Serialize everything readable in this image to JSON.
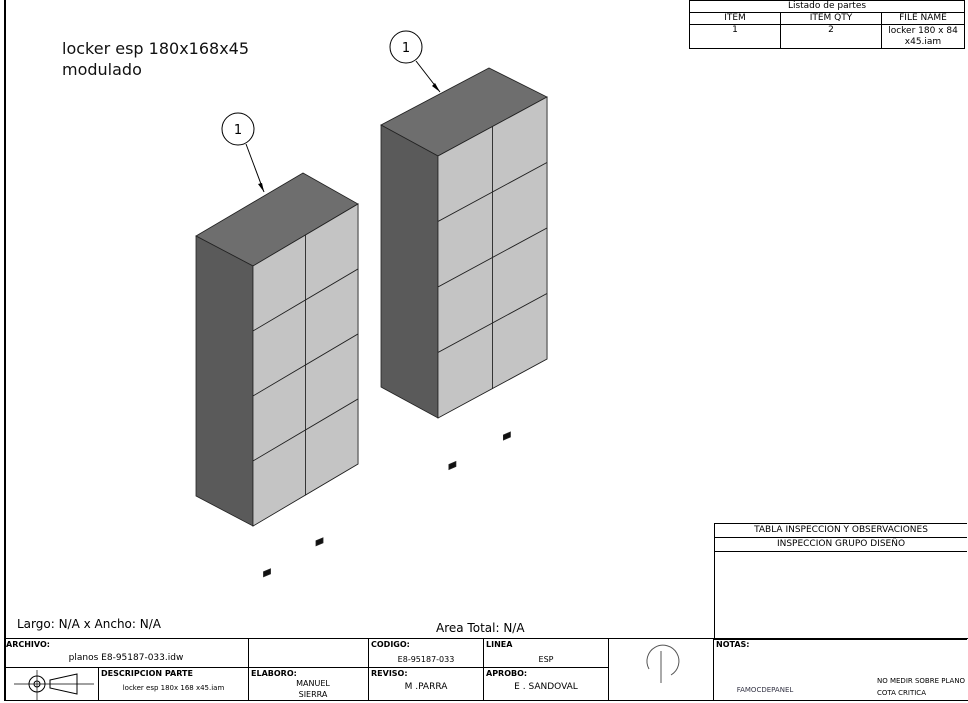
{
  "drawing_title": [
    "locker esp 180x168x45",
    "modulado"
  ],
  "balloons": [
    "1",
    "1"
  ],
  "parts_list": {
    "title": "Listado de partes",
    "headers": [
      "ITEM",
      "ITEM QTY",
      "FILE NAME"
    ],
    "rows": [
      [
        "1",
        "2",
        "locker 180 x 84 x45.iam"
      ]
    ]
  },
  "inspection": {
    "title": "TABLA INSPECCION Y OBSERVACIONES",
    "subtitle": "INSPECCION GRUPO DISEÑO"
  },
  "dimensions": "Largo: N/A x Ancho: N/A",
  "area": "Area Total: N/A",
  "title_block": {
    "archivo_label": "ARCHIVO:",
    "archivo": "planos E8-95187-033.idw",
    "codigo_label": "CODIGO:",
    "codigo": "E8-95187-033",
    "linea_label": "LINEA",
    "linea": "ESP",
    "descripcion_label": "DESCRIPCION PARTE",
    "descripcion": "locker esp 180x 168 x45.iam",
    "elaboro_label": "ELABORO:",
    "elaboro": "MANUEL SIERRA",
    "reviso_label": "REVISO:",
    "reviso": "M .PARRA",
    "aprobo_label": "APROBO:",
    "aprobo": "E . SANDOVAL",
    "logo": "FAMOCDEPANEL",
    "notas_label": "NOTAS:",
    "note1": "NO MEDIR SOBRE PLANO",
    "note2": "COTA CRITICA"
  }
}
